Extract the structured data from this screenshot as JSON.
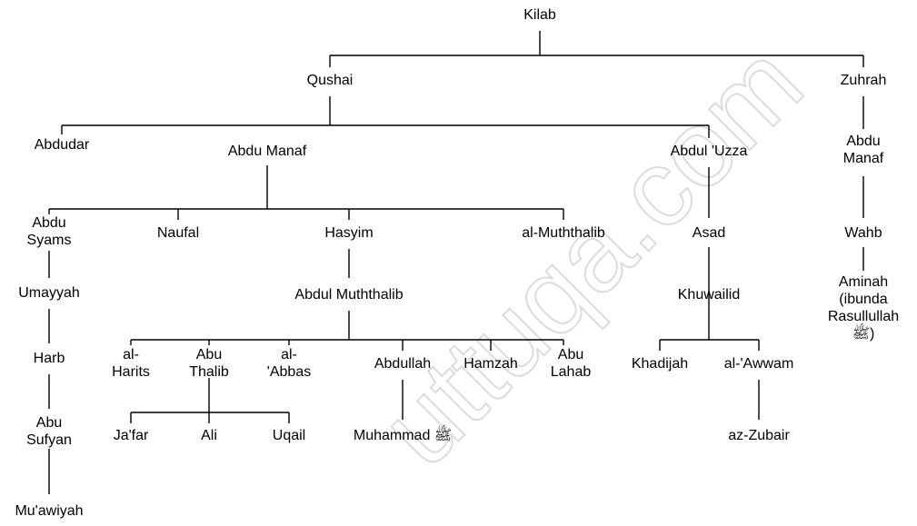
{
  "watermark": "uttuqa.com",
  "nodes": {
    "kilab": "Kilab",
    "qushai": "Qushai",
    "zuhrah": "Zuhrah",
    "abdudar": "Abdudar",
    "abdu_manaf": "Abdu Manaf",
    "abdul_uzza": "Abdul 'Uzza",
    "abdu_manaf_2": [
      "Abdu",
      "Manaf"
    ],
    "abdu_syams": [
      "Abdu",
      "Syams"
    ],
    "naufal": "Naufal",
    "hasyim": "Hasyim",
    "al_muththalib": "al-Muththalib",
    "asad": "Asad",
    "wahb": "Wahb",
    "umayyah": "Umayyah",
    "abdul_muththalib": "Abdul Muththalib",
    "khuwailid": "Khuwailid",
    "aminah": [
      "Aminah",
      "(ibunda",
      "Rasullullah",
      "ﷺ)"
    ],
    "harb": "Harb",
    "al_harits": [
      "al-",
      "Harits"
    ],
    "abu_thalib": [
      "Abu",
      "Thalib"
    ],
    "al_abbas": [
      "al-",
      "'Abbas"
    ],
    "abdullah": "Abdullah",
    "hamzah": "Hamzah",
    "abu_lahab": [
      "Abu",
      "Lahab"
    ],
    "khadijah": "Khadijah",
    "al_awwam": "al-'Awwam",
    "abu_sufyan": [
      "Abu",
      "Sufyan"
    ],
    "jafar": "Ja'far",
    "ali": "Ali",
    "uqail": "Uqail",
    "muhammad": "Muhammad ﷺ",
    "az_zubair": "az-Zubair",
    "muawiyah": "Mu'awiyah"
  }
}
